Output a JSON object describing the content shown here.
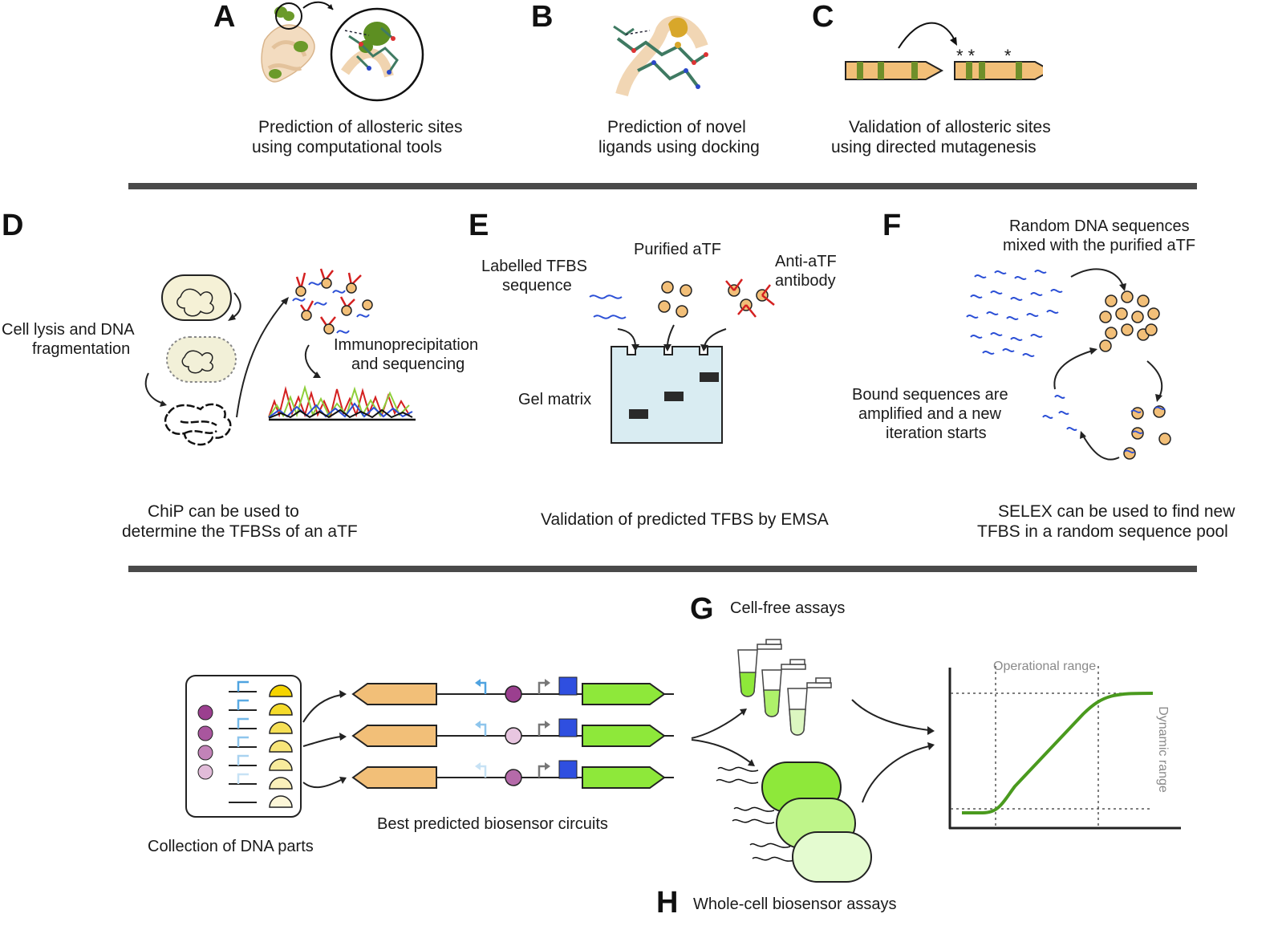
{
  "panels": {
    "A": {
      "letter": "A",
      "caption_line1": "Prediction of allosteric sites",
      "caption_line2": "using computational tools"
    },
    "B": {
      "letter": "B",
      "caption_line1": "Prediction of novel",
      "caption_line2": "ligands using docking"
    },
    "C": {
      "letter": "C",
      "caption_line1": "Validation of allosteric sites",
      "caption_line2": "using directed mutagenesis",
      "mutation_marks": "* *      *"
    },
    "D": {
      "letter": "D",
      "lysis_line1": "Cell lysis and DNA",
      "lysis_line2": "fragmentation",
      "ip_line1": "Immunoprecipitation",
      "ip_line2": "and sequencing",
      "caption_line1": "ChiP can be used to",
      "caption_line2": "determine the TFBSs of an aTF"
    },
    "E": {
      "letter": "E",
      "labelled_line1": "Labelled TFBS",
      "labelled_line2": "sequence",
      "purified": "Purified aTF",
      "antibody_line1": "Anti-aTF",
      "antibody_line2": "antibody",
      "gel": "Gel matrix",
      "caption": "Validation of predicted TFBS by EMSA"
    },
    "F": {
      "letter": "F",
      "random_line1": "Random DNA sequences",
      "random_line2": "mixed with the purified aTF",
      "bound_line1": "Bound sequences are",
      "bound_line2": "amplified and a new",
      "bound_line3": "iteration starts",
      "caption_line1": "SELEX can be used to find new",
      "caption_line2": "TFBS in a random sequence pool"
    },
    "G": {
      "letter": "G",
      "title": "Cell-free assays"
    },
    "H": {
      "letter": "H",
      "title": "Whole-cell biosensor assays"
    },
    "bottom": {
      "collection": "Collection of DNA parts",
      "circuits": "Best predicted biosensor circuits",
      "operational_range": "Operational range",
      "dynamic_range": "Dynamic range"
    }
  },
  "colors": {
    "orange_fill": "#f2bf78",
    "green_band": "#6f8f2a",
    "gene_green": "#8ee83a",
    "promoter_blue": "#4fa3e0",
    "reporter_blue": "#2f4fe0",
    "rbs_purple": "#9b3f8f",
    "dna_blue": "#2b4fd6",
    "antibody_red": "#d42020",
    "gel_fill": "#d9ecf2",
    "curve_green": "#4a9a1e",
    "divider": "#4a4a4a"
  }
}
